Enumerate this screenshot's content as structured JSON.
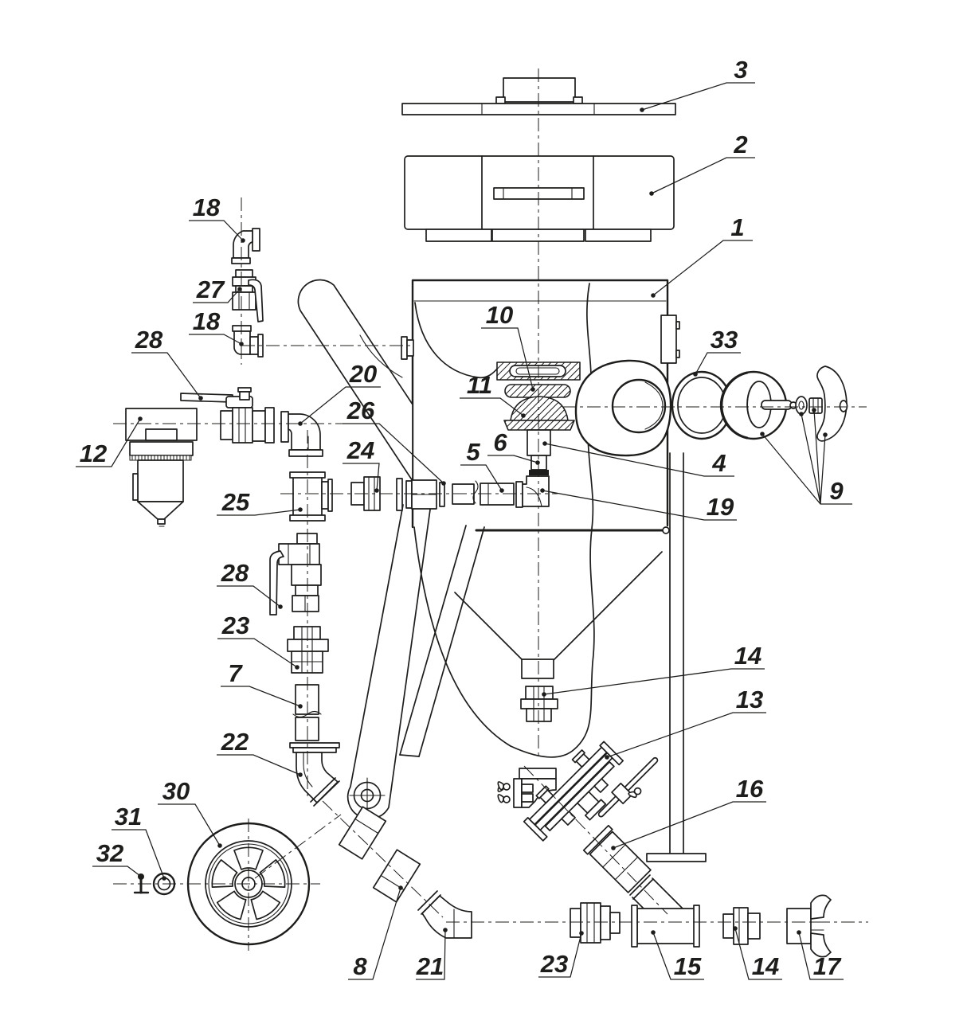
{
  "drawing": {
    "colors": {
      "line": "#1d1d1b",
      "background": "#ffffff"
    },
    "callouts": [
      "3",
      "2",
      "1",
      "10",
      "11",
      "33",
      "9",
      "20",
      "26",
      "24",
      "25",
      "5",
      "6",
      "4",
      "19",
      "12",
      "28",
      "18",
      "27",
      "18",
      "28",
      "23",
      "7",
      "22",
      "30",
      "31",
      "32",
      "8",
      "21",
      "23",
      "15",
      "14",
      "17",
      "14",
      "13",
      "16"
    ]
  }
}
